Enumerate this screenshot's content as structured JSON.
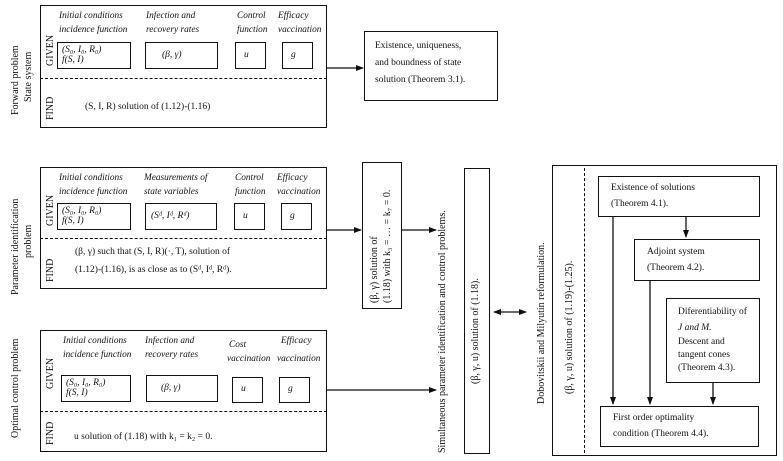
{
  "panels": {
    "forward": {
      "side_label_1": "Forward problem",
      "side_label_2": "State system",
      "given_label": "GIVEN",
      "find_label": "FIND",
      "headers": [
        "Initial conditions",
        "incidence function",
        "Infection and",
        "recovery rates",
        "Control",
        "function",
        "Efficacy",
        "vaccination"
      ],
      "values": {
        "initial_1": "(S₀, I₀, R₀)",
        "initial_2": "f(S, I)",
        "rates": "(β, γ)",
        "control": "u",
        "efficacy": "g"
      },
      "find_text": "(S, I, R) solution of (1.12)-(1.16)"
    },
    "param": {
      "side_label_1": "Parameter identification",
      "side_label_2": "problem",
      "given_label": "GIVEN",
      "find_label": "FIND",
      "headers": [
        "Initial conditions",
        "incidence function",
        "Measurements of",
        "state variables",
        "Control",
        "function",
        "Efficacy",
        "vaccination"
      ],
      "values": {
        "initial_1": "(S₀, I₀, R₀)",
        "initial_2": "f(S, I)",
        "rates": "(Sᵈ, Iᵈ, Rᵈ)",
        "control": "u",
        "efficacy": "g"
      },
      "find_text_1": "(β, γ) such that (S, I, R)(·, T), solution of",
      "find_text_2": "(1.12)-(1.16), is as close as to (Sᵈ, Iᵈ, Rᵈ)."
    },
    "optimal": {
      "side_label_1": "Optimal control problem",
      "given_label": "GIVEN",
      "find_label": "FIND",
      "headers": [
        "Initial conditions",
        "incidence function",
        "Infection and",
        "recovery rates",
        "Cost",
        "vaccination",
        "Efficacy",
        "vaccination"
      ],
      "values": {
        "initial_1": "(S₀, I₀, R₀)",
        "initial_2": "f(S, I)",
        "rates": "(β, γ)",
        "control": "u",
        "efficacy": "g"
      },
      "find_text": "u solution of (1.18) with k₁ = k₂ = 0."
    }
  },
  "results": {
    "forward_result": [
      "Existence, uniqueness,",
      "and boundness of state",
      "solution (Theorem 3.1)."
    ],
    "param_result": [
      "(β, γ) solution of",
      "(1.18) with k₃ = … = k₇ = 0."
    ],
    "simultaneous_label": "Simultaneous parameter identification and control problems.",
    "simultaneous_box": "(β, γ, u) solution of (1.18).",
    "reformulation_label": "Dobovitskii and Milyutin reformulation.",
    "reformulation_inner": "(β, γ, u) solution of (1.19)-(1.25)."
  },
  "theorems": {
    "t41": [
      "Existence of solutions",
      "(Theorem 4.1)."
    ],
    "t42": [
      "Adjoint system",
      "(Theorem 4.2)."
    ],
    "t43": [
      "Diferentiability of",
      "J and M.",
      "Descent and",
      "tangent cones",
      "(Theorem 4.3)."
    ],
    "t44": [
      "First order optimality",
      "condition (Theorem 4.4)."
    ]
  }
}
